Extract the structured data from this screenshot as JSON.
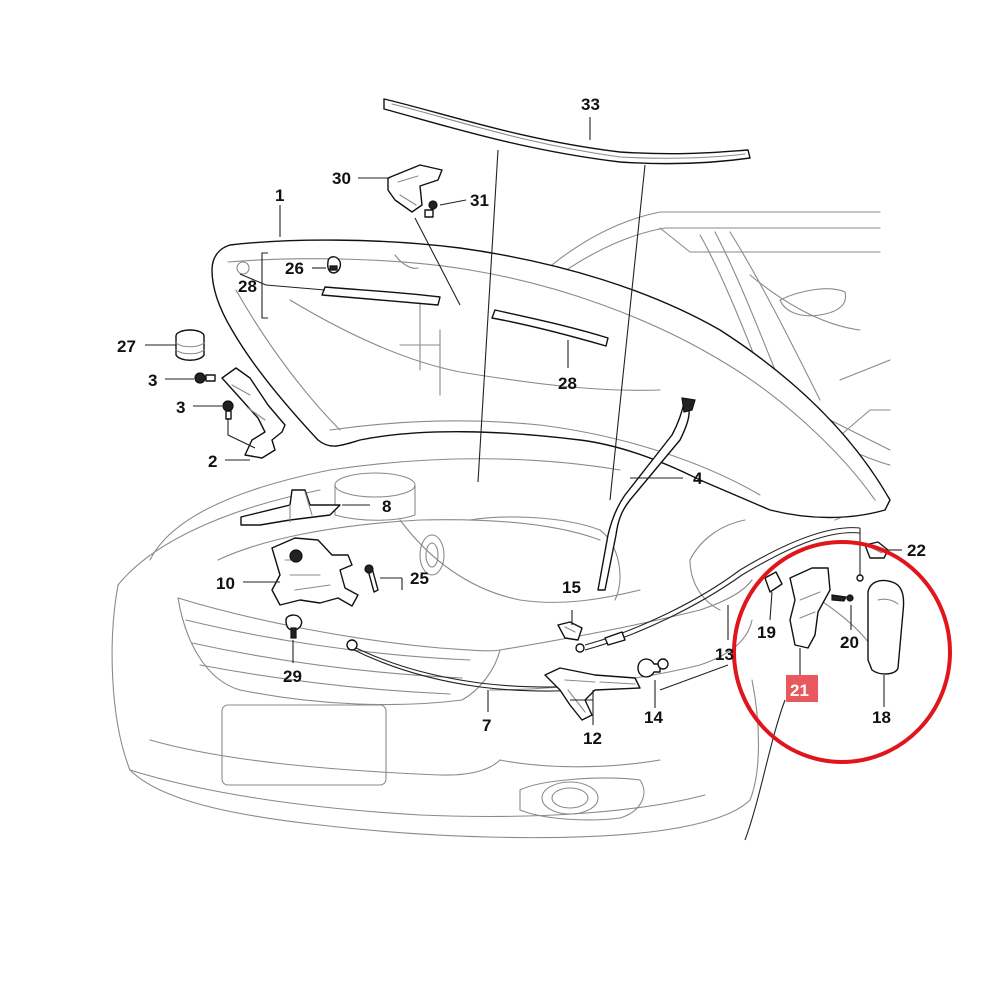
{
  "callouts": {
    "c1": "1",
    "c2": "2",
    "c3a": "3",
    "c3b": "3",
    "c4": "4",
    "c7": "7",
    "c8": "8",
    "c10": "10",
    "c12": "12",
    "c13": "13",
    "c14": "14",
    "c15": "15",
    "c18": "18",
    "c19": "19",
    "c20": "20",
    "c21": "21",
    "c22": "22",
    "c25": "25",
    "c26": "26",
    "c27": "27",
    "c28a": "28",
    "c28b": "28",
    "c29": "29",
    "c30": "30",
    "c31": "31",
    "c33": "33"
  },
  "highlight": {
    "label": "21",
    "label_color": "#e8585c",
    "circle_color": "#e0161c"
  }
}
